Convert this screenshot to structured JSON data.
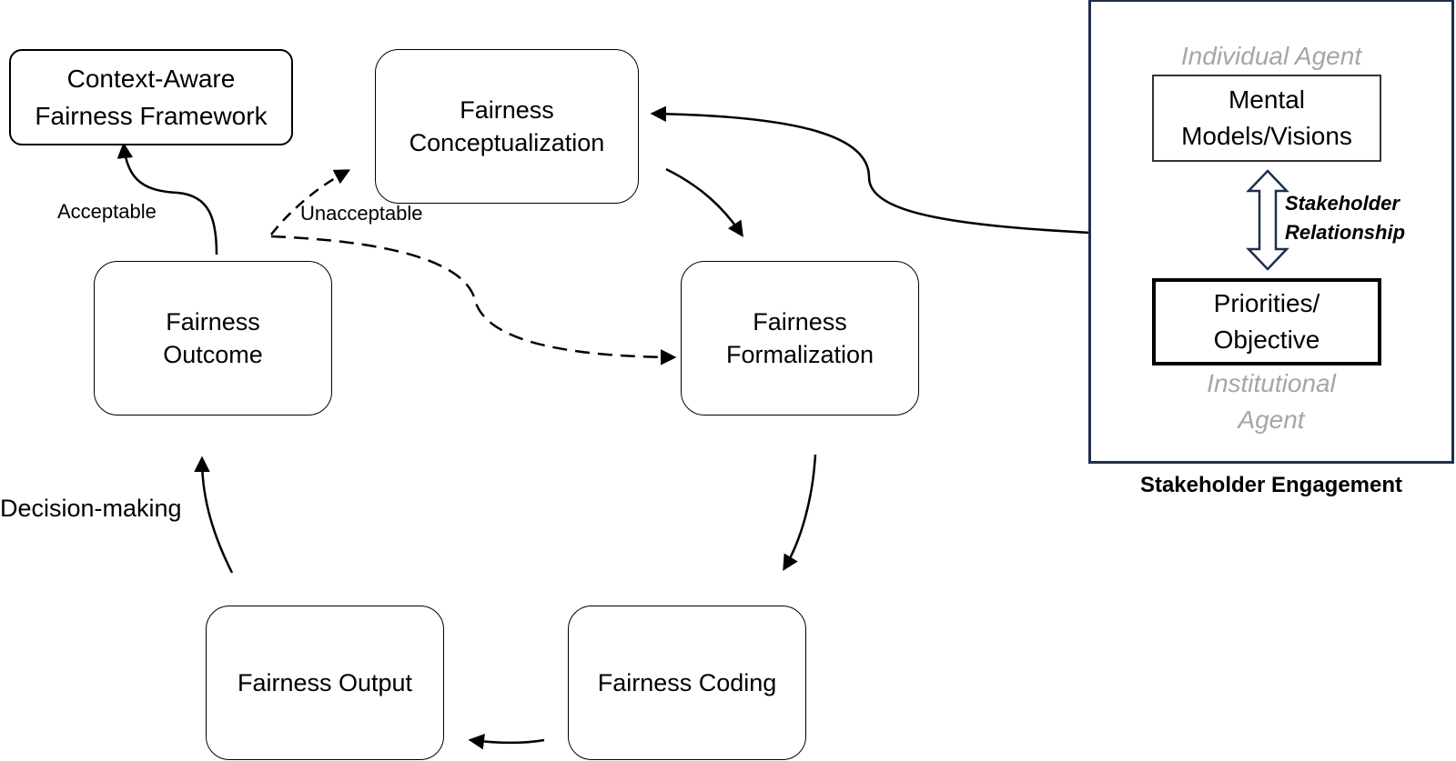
{
  "nodes": {
    "framework": {
      "line1": "Context-Aware",
      "line2": "Fairness Framework"
    },
    "conceptualization": {
      "line1": "Fairness",
      "line2": "Conceptualization"
    },
    "outcome": {
      "line1": "Fairness",
      "line2": "Outcome"
    },
    "formalization": {
      "line1": "Fairness",
      "line2": "Formalization"
    },
    "output": {
      "label": "Fairness Output"
    },
    "coding": {
      "label": "Fairness Coding"
    }
  },
  "edges": {
    "acceptable": "Acceptable",
    "unacceptable": "Unacceptable",
    "decision_making": "Decision-making"
  },
  "stakeholder": {
    "caption": "Stakeholder Engagement",
    "individual_agent": "Individual Agent",
    "mental_models": {
      "line1": "Mental",
      "line2": "Models/Visions"
    },
    "relationship": {
      "line1": "Stakeholder",
      "line2": "Relationship"
    },
    "priorities": {
      "line1": "Priorities/",
      "line2": "Objective"
    },
    "institutional_agent": {
      "line1": "Institutional",
      "line2": "Agent"
    },
    "border_color": "#1f2d4d"
  }
}
